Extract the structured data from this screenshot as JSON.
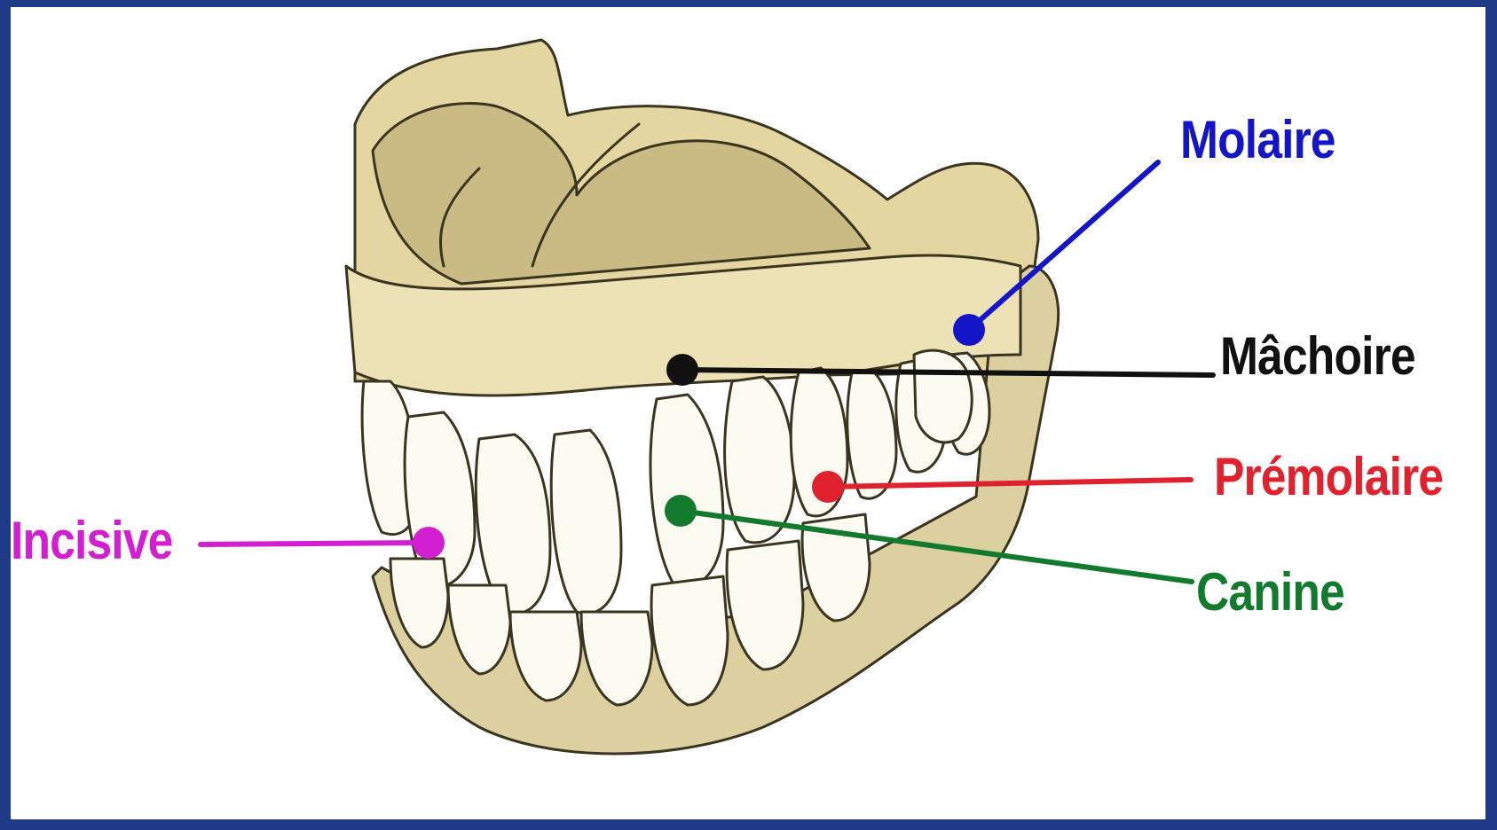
{
  "labels": {
    "molaire": {
      "text": "Molaire",
      "color": "#1515c8"
    },
    "machoire": {
      "text": "Mâchoire",
      "color": "#111111"
    },
    "premolaire": {
      "text": "Prémolaire",
      "color": "#e0222e"
    },
    "canine": {
      "text": "Canine",
      "color": "#117a2c"
    },
    "incisive": {
      "text": "Incisive",
      "color": "#d11fd1"
    }
  },
  "colors": {
    "frame": "#1f3a86",
    "background": "#ffffff",
    "jaw": "#ece2b5",
    "jaw_shadow": "#cdbf8a",
    "tooth": "#fbfbf2",
    "outline": "#3a3520"
  }
}
